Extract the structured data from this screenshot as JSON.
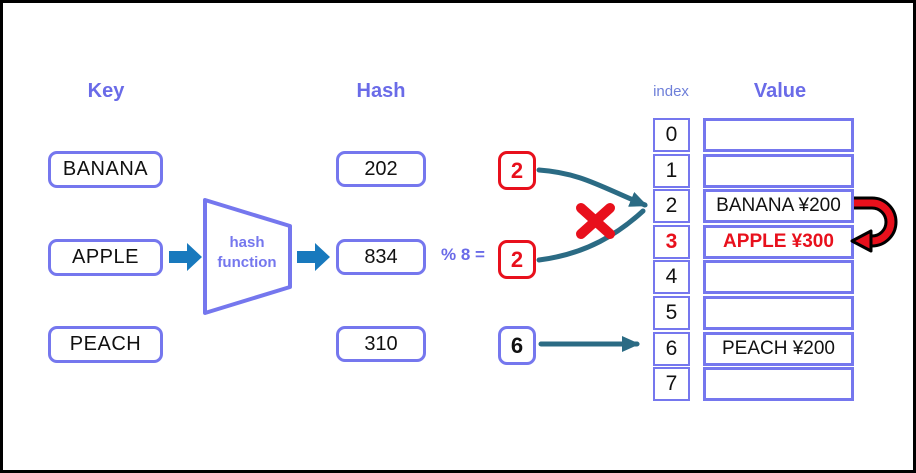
{
  "headers": {
    "key": "Key",
    "hash": "Hash",
    "index": "index",
    "value": "Value"
  },
  "keys": [
    "BANANA",
    "APPLE",
    "PEACH"
  ],
  "hash_function": {
    "label": "hash function"
  },
  "hashes": [
    "202",
    "834",
    "310"
  ],
  "mod": {
    "expression": "% 8 ="
  },
  "results": [
    "2",
    "2",
    "6"
  ],
  "index_column": [
    "0",
    "1",
    "2",
    "3",
    "4",
    "5",
    "6",
    "7"
  ],
  "value_column": [
    "",
    "",
    "BANANA ¥200",
    "APPLE ¥300",
    "",
    "",
    "PEACH ¥200",
    ""
  ],
  "icons": {
    "flow_arrow": "blue-block-arrow",
    "mapping_arrow": "teal-curved-arrow",
    "collision_mark": "red-x",
    "rehash_arrow": "red-uturn-arrow"
  },
  "colors": {
    "purple_border": "#7577ee",
    "header_text": "#6a6be8",
    "blue_arrow": "#1879bd",
    "teal_arrow": "#2b6b84",
    "red": "#e8101c",
    "text": "#111111",
    "frame": "#000000"
  }
}
